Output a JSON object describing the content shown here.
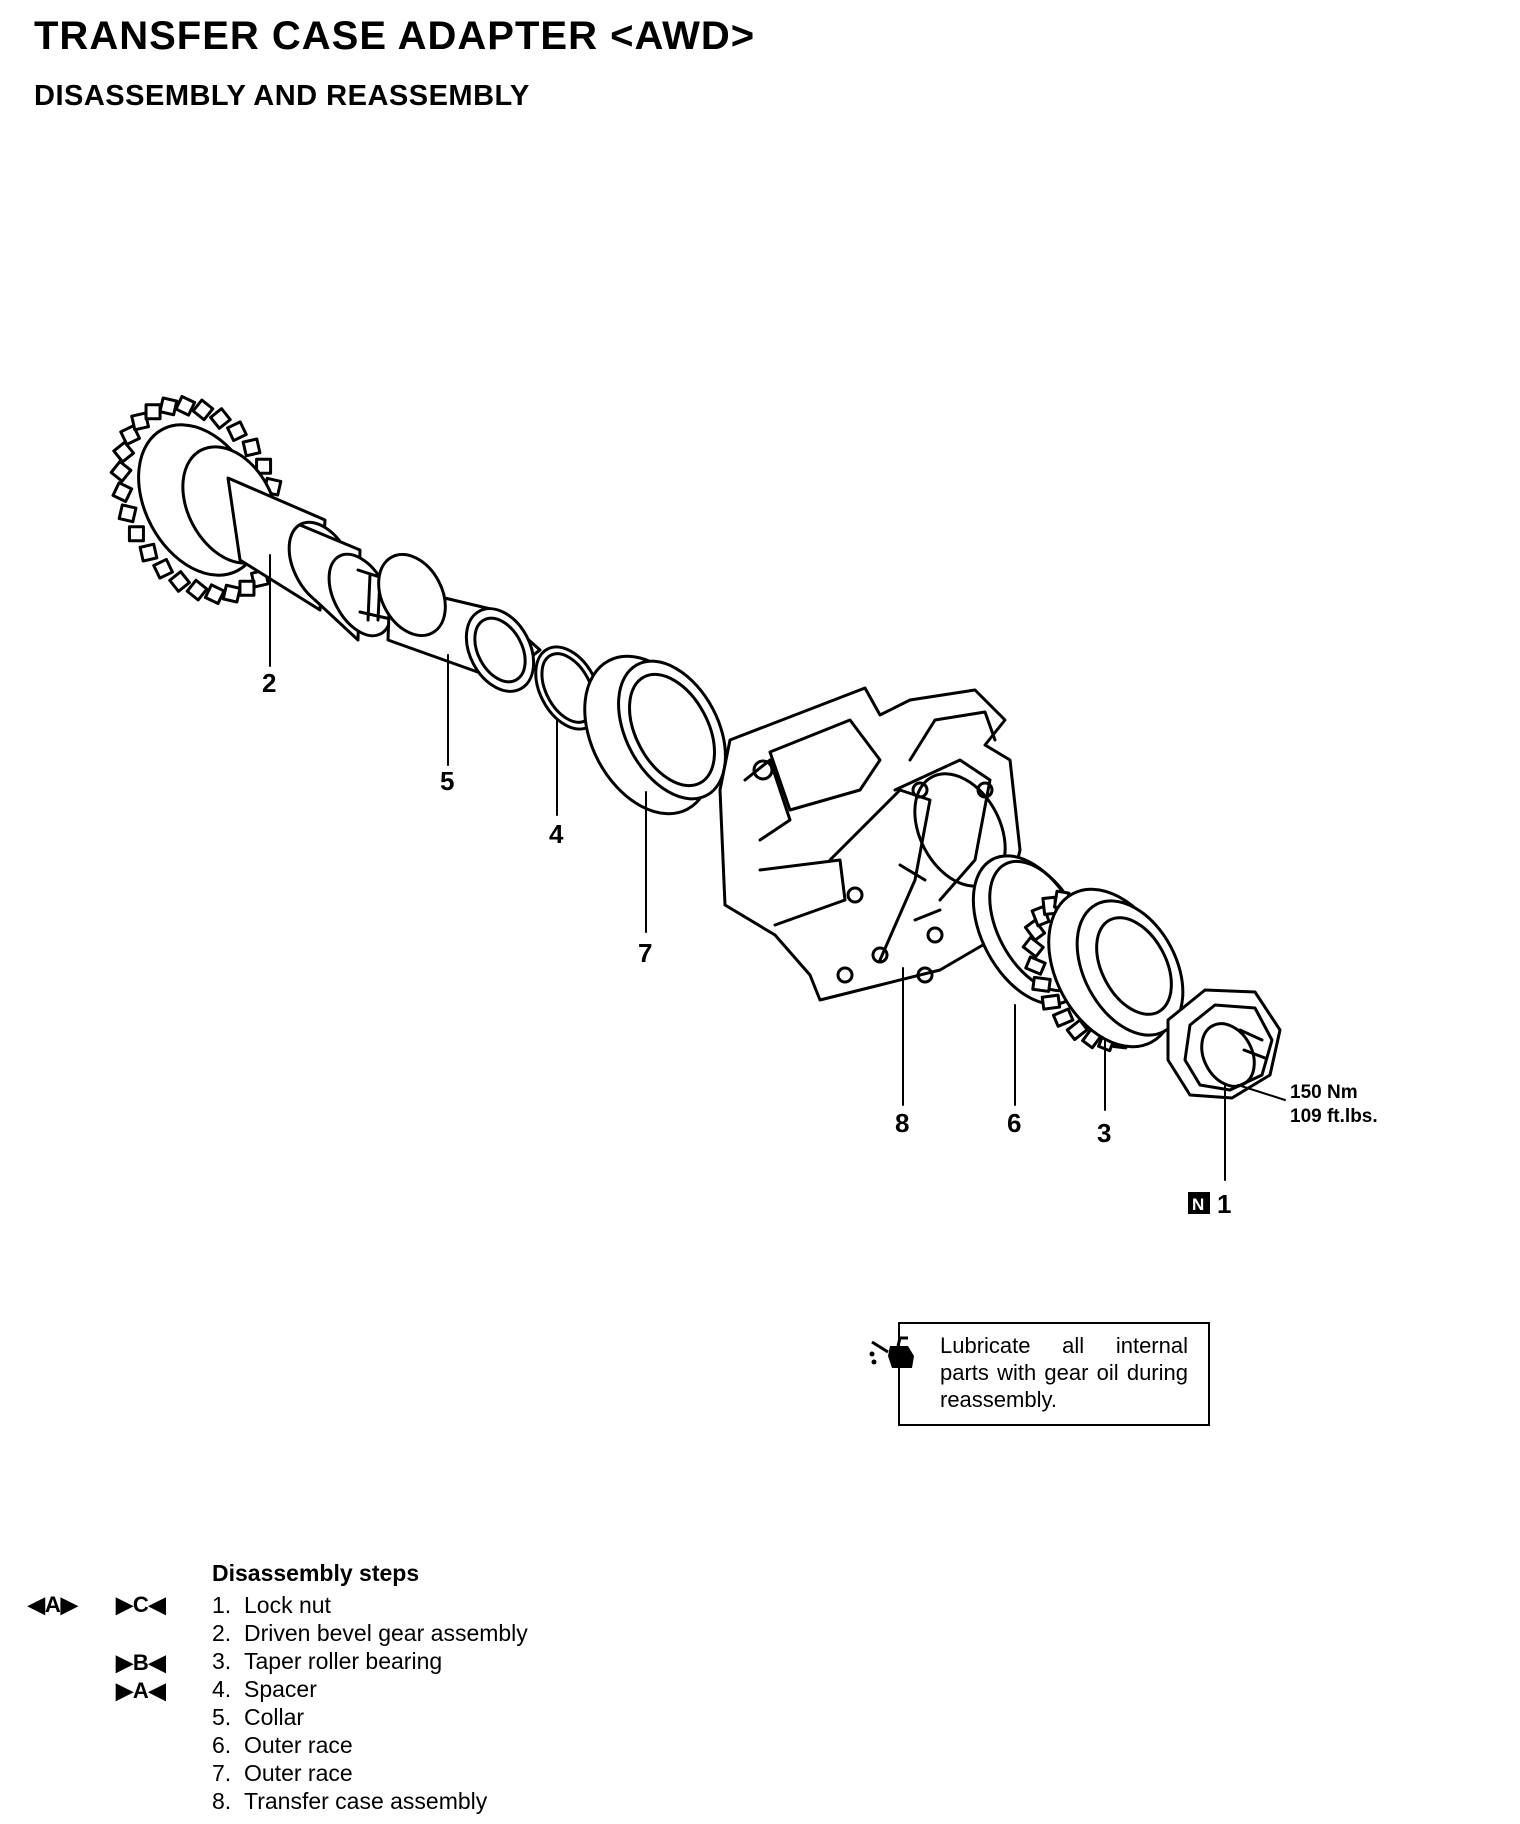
{
  "header": {
    "title": "TRANSFER CASE ADAPTER <AWD>",
    "subtitle": "DISASSEMBLY AND REASSEMBLY"
  },
  "diagram": {
    "callouts": {
      "c1": "1",
      "c2": "2",
      "c3": "3",
      "c4": "4",
      "c5": "5",
      "c6": "6",
      "c7": "7",
      "c8": "8"
    },
    "new_part_mark": "N",
    "torque": {
      "metric": "150 Nm",
      "imperial": "109 ft.lbs."
    }
  },
  "note": {
    "icon": "oil-can-icon",
    "text": "Lubricate all internal parts with gear oil during reassembly."
  },
  "steps": {
    "title": "Disassembly steps",
    "marks": {
      "step1_disassembly": "◀A▶",
      "step1_reassembly": "▶C◀",
      "step3_reassembly": "▶B◀",
      "step4_reassembly": "▶A◀"
    },
    "items": [
      {
        "num": "1.",
        "label": "Lock nut"
      },
      {
        "num": "2.",
        "label": "Driven bevel gear assembly"
      },
      {
        "num": "3.",
        "label": "Taper roller bearing"
      },
      {
        "num": "4.",
        "label": "Spacer"
      },
      {
        "num": "5.",
        "label": "Collar"
      },
      {
        "num": "6.",
        "label": "Outer race"
      },
      {
        "num": "7.",
        "label": "Outer race"
      },
      {
        "num": "8.",
        "label": "Transfer case assembly"
      }
    ]
  }
}
